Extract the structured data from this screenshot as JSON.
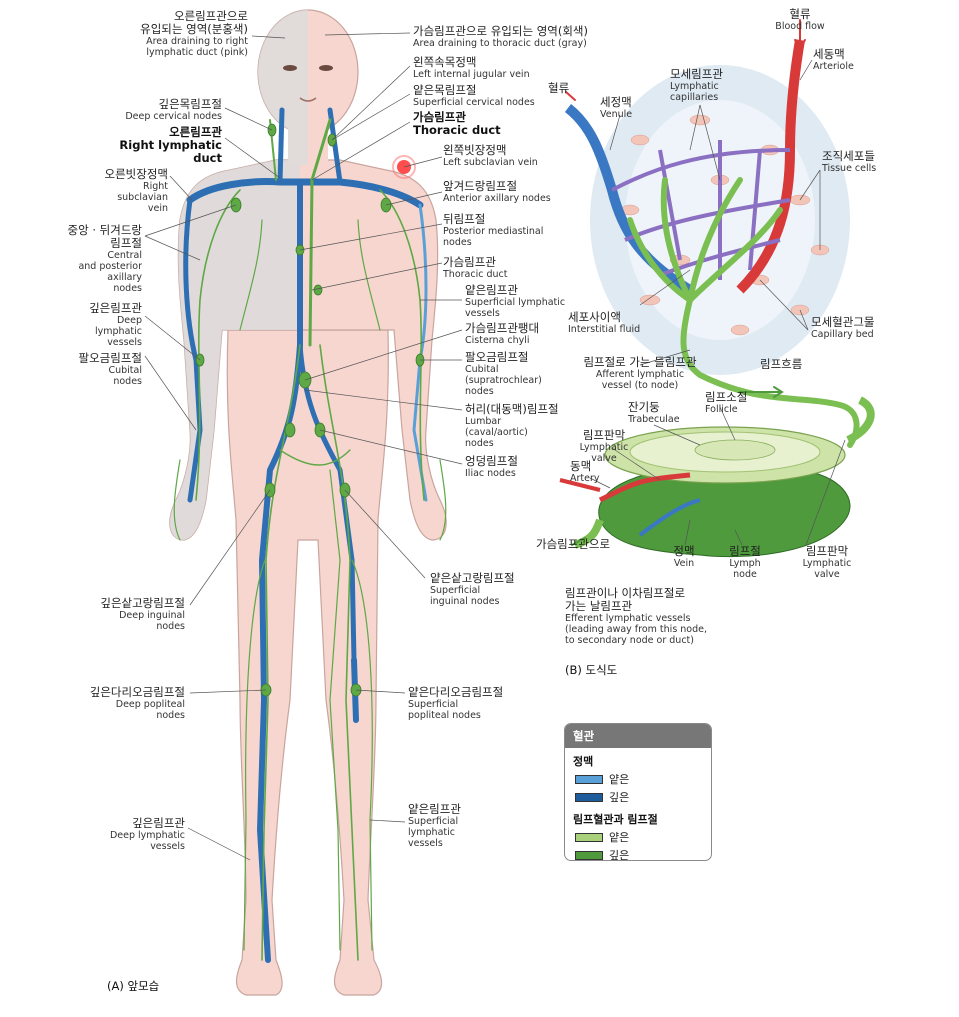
{
  "panel_a": {
    "caption": "(A) 앞모습",
    "labels": [
      {
        "id": "right-duct-area",
        "ko": "오른림프관으로\n유입되는 영역(분홍색)",
        "en": "Area draining to right\nlymphatic duct (pink)"
      },
      {
        "id": "deep-cervical",
        "ko": "깊은목림프절",
        "en": "Deep cervical nodes"
      },
      {
        "id": "right-lymphatic-duct",
        "ko": "오른림프관",
        "en": "Right lymphatic duct"
      },
      {
        "id": "right-subclavian",
        "ko": "오른빗장정맥",
        "en": "Right\nsubclavian\nvein"
      },
      {
        "id": "axillary",
        "ko": "중앙 · 뒤겨드랑\n림프절",
        "en": "Central\nand posterior\naxillary\nnodes"
      },
      {
        "id": "deep-lymphatic-arm",
        "ko": "깊은림프관",
        "en": "Deep\nlymphatic\nvessels"
      },
      {
        "id": "cubital-left",
        "ko": "팔오금림프절",
        "en": "Cubital\nnodes"
      },
      {
        "id": "thoracic-area",
        "ko": "가슴림프관으로 유입되는 영역(회색)",
        "en": "Area draining to thoracic duct (gray)"
      },
      {
        "id": "left-ijv",
        "ko": "왼쪽속목정맥",
        "en": "Left internal jugular vein"
      },
      {
        "id": "superficial-cervical",
        "ko": "얕은목림프절",
        "en": "Superficial cervical nodes"
      },
      {
        "id": "thoracic-duct-top",
        "ko": "가슴림프관",
        "en": "Thoracic duct"
      },
      {
        "id": "left-subclavian",
        "ko": "왼쪽빗장정맥",
        "en": "Left subclavian vein"
      },
      {
        "id": "anterior-axillary",
        "ko": "앞겨드랑림프절",
        "en": "Anterior axillary nodes"
      },
      {
        "id": "posterior-mediastinal",
        "ko": "뒤림프절",
        "en": "Posterior mediastinal\nnodes"
      },
      {
        "id": "thoracic-duct-mid",
        "ko": "가슴림프관",
        "en": "Thoracic duct"
      },
      {
        "id": "superficial-vessels-arm",
        "ko": "얕은림프관",
        "en": "Superficial lymphatic\nvessels"
      },
      {
        "id": "cisterna",
        "ko": "가슴림프관팽대",
        "en": "Cisterna chyli"
      },
      {
        "id": "cubital-right",
        "ko": "팔오금림프절",
        "en": "Cubital\n(supratrochlear)\nnodes"
      },
      {
        "id": "lumbar",
        "ko": "허리(대동맥)림프절",
        "en": "Lumbar\n(caval/aortic)\nnodes"
      },
      {
        "id": "iliac",
        "ko": "엉덩림프절",
        "en": "Iliac nodes"
      },
      {
        "id": "superficial-inguinal",
        "ko": "얕은샅고랑림프절",
        "en": "Superficial\ninguinal nodes"
      },
      {
        "id": "deep-inguinal",
        "ko": "깊은샅고랑림프절",
        "en": "Deep inguinal\nnodes"
      },
      {
        "id": "deep-popliteal",
        "ko": "깊은다리오금림프절",
        "en": "Deep popliteal\nnodes"
      },
      {
        "id": "superficial-popliteal",
        "ko": "얕은다리오금림프절",
        "en": "Superficial\npopliteal nodes"
      },
      {
        "id": "deep-lymphatic-leg",
        "ko": "깊은림프관",
        "en": "Deep lymphatic\nvessels"
      },
      {
        "id": "superficial-vessels-leg",
        "ko": "얕은림프관",
        "en": "Superficial\nlymphatic\nvessels"
      }
    ]
  },
  "panel_b": {
    "caption": "(B) 도식도",
    "labels": [
      {
        "id": "blood-flow-top",
        "ko": "혈류",
        "en": "Blood flow"
      },
      {
        "id": "arteriole",
        "ko": "세동맥",
        "en": "Arteriole"
      },
      {
        "id": "blood-flow-left",
        "ko": "혈류",
        "en": ""
      },
      {
        "id": "venule",
        "ko": "세정맥",
        "en": "Venule"
      },
      {
        "id": "lymph-capillaries",
        "ko": "모세림프관",
        "en": "Lymphatic\ncapillaries"
      },
      {
        "id": "tissue-cells",
        "ko": "조직세포들",
        "en": "Tissue cells"
      },
      {
        "id": "interstitial-fluid",
        "ko": "세포사이액",
        "en": "Interstitial fluid"
      },
      {
        "id": "capillary-bed",
        "ko": "모세혈관그물",
        "en": "Capillary bed"
      },
      {
        "id": "afferent",
        "ko": "림프절로 가는 들림프관",
        "en": "Afferent lymphatic\nvessel (to node)"
      },
      {
        "id": "lymph-flow",
        "ko": "림프흐름",
        "en": ""
      },
      {
        "id": "trabeculae",
        "ko": "잔기둥",
        "en": "Trabeculae"
      },
      {
        "id": "follicle",
        "ko": "림프소절",
        "en": "Follicle"
      },
      {
        "id": "valve-left",
        "ko": "림프판막",
        "en": "Lymphatic\nvalve"
      },
      {
        "id": "artery",
        "ko": "동맥",
        "en": "Artery"
      },
      {
        "id": "to-thoracic",
        "ko": "가슴림프관으로",
        "en": ""
      },
      {
        "id": "vein",
        "ko": "정맥",
        "en": "Vein"
      },
      {
        "id": "lymph-node",
        "ko": "림프절",
        "en": "Lymph\nnode"
      },
      {
        "id": "valve-right",
        "ko": "림프판막",
        "en": "Lymphatic\nvalve"
      },
      {
        "id": "efferent",
        "ko": "림프관이나 이차림프절로\n가는 날림프관",
        "en": "Efferent lymphatic vessels\n(leading away from this node,\nto secondary node or duct)"
      }
    ]
  },
  "legend": {
    "title": "혈관",
    "veins_heading": "정맥",
    "veins": [
      {
        "label": "얕은",
        "color": "#5aa0d8"
      },
      {
        "label": "깊은",
        "color": "#1f5c9c"
      }
    ],
    "lymph_heading": "림프혈관과 림프절",
    "lymph": [
      {
        "label": "얕은",
        "color": "#a9d17c"
      },
      {
        "label": "깊은",
        "color": "#4e9a3c"
      }
    ]
  },
  "colors": {
    "skin_pink": "#f6d6cf",
    "skin_gray": "#dcdcdc",
    "vein": "#2e6fb3",
    "lymph": "#5ea845",
    "artery": "#d83a3a"
  }
}
